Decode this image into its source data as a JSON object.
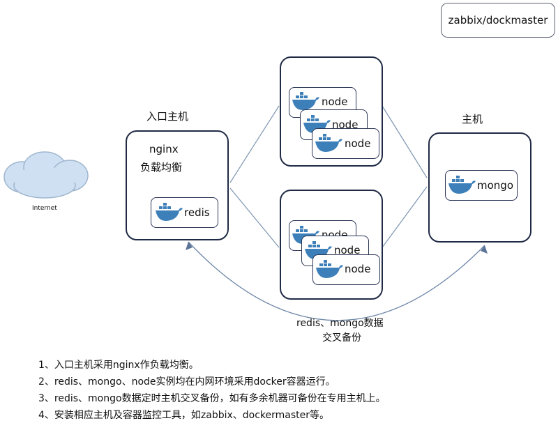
{
  "top_right_box": "zabbix/dockmaster",
  "cloud": {
    "label": "Internet"
  },
  "entry_host": {
    "title": "入口主机",
    "line1": "nginx",
    "line2": "负载均衡",
    "redis_label": "redis"
  },
  "node_host_top": {
    "title": "主机",
    "nodes": [
      "node",
      "node",
      "node"
    ]
  },
  "node_host_bottom": {
    "title": "主机",
    "nodes": [
      "node",
      "node",
      "node"
    ]
  },
  "mongo_host": {
    "title": "主机",
    "mongo_label": "mongo"
  },
  "backup_label": {
    "line1": "redis、mongo数据",
    "line2": "交叉备份"
  },
  "notes": [
    "1、入口主机采用nginx作负载均衡。",
    "2、redis、mongo、node实例均在内网环境采用docker容器运行。",
    "3、redis、mongo数据定时主机交叉备份，如有多余机器可备份在专用主机上。",
    "4、安装相应主机及容器监控工具，如zabbix、dockermaster等。"
  ],
  "colors": {
    "whale": "#3d7fb8",
    "cloud": "#cfe0f2",
    "line": "#7d95b0"
  }
}
